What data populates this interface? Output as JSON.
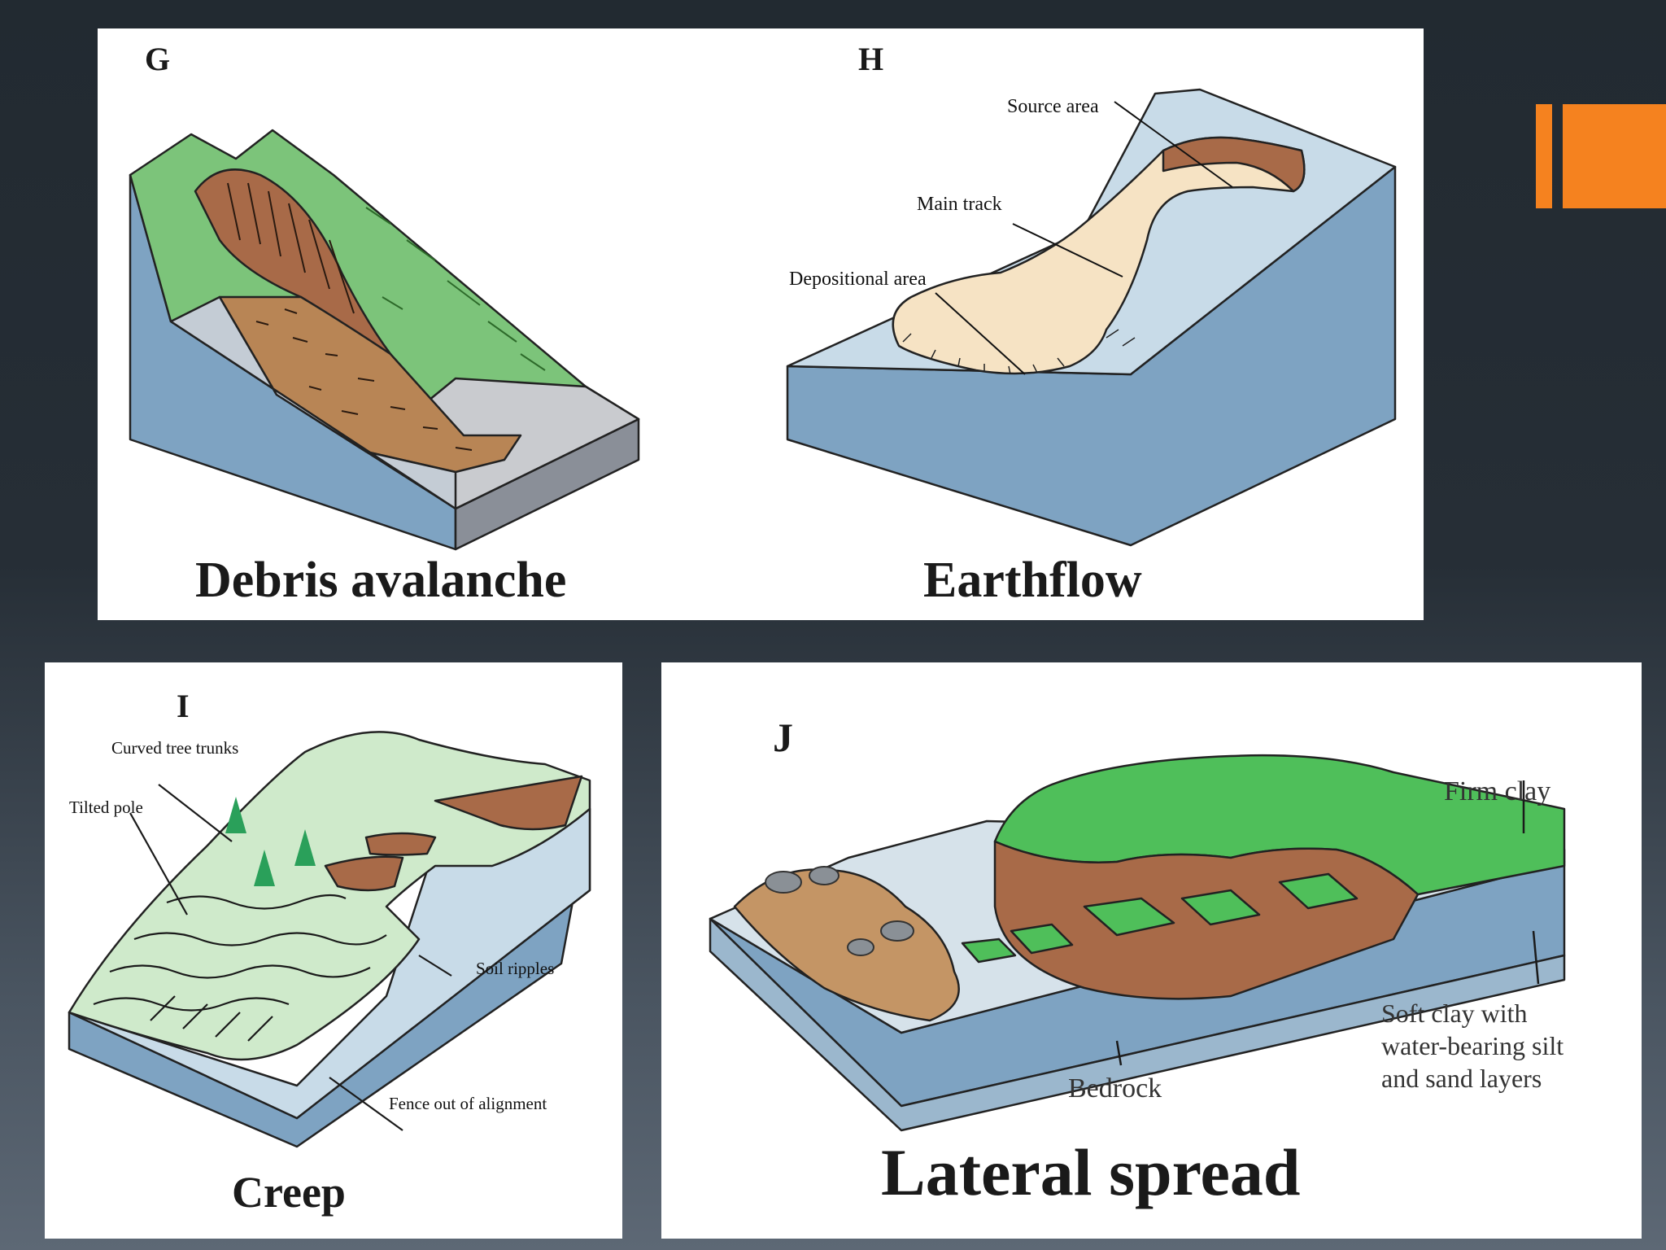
{
  "colors": {
    "background": "#262e36",
    "accent": "#f5821f",
    "grass": "#7cc47a",
    "bright_grass": "#4fbf5a",
    "earth": "#b07a4f",
    "water_blue": "#7ea3c2",
    "light_blue": "#c8dbe8",
    "sand": "#f6e3c4",
    "pale_green": "#cfeacb"
  },
  "panel_g": {
    "letter": "G",
    "title": "Debris avalanche"
  },
  "panel_h": {
    "letter": "H",
    "title": "Earthflow",
    "labels": {
      "source": "Source area",
      "track": "Main track",
      "deposition": "Depositional area"
    }
  },
  "panel_i": {
    "letter": "I",
    "title": "Creep",
    "labels": {
      "trees": "Curved tree trunks",
      "pole": "Tilted pole",
      "ripples": "Soil ripples",
      "fence": "Fence out of alignment"
    }
  },
  "panel_j": {
    "letter": "J",
    "title": "Lateral spread",
    "labels": {
      "firm_clay": "Firm clay",
      "soft_clay_1": "Soft clay with",
      "soft_clay_2": "water-bearing silt",
      "soft_clay_3": "and sand layers",
      "bedrock": "Bedrock"
    }
  }
}
